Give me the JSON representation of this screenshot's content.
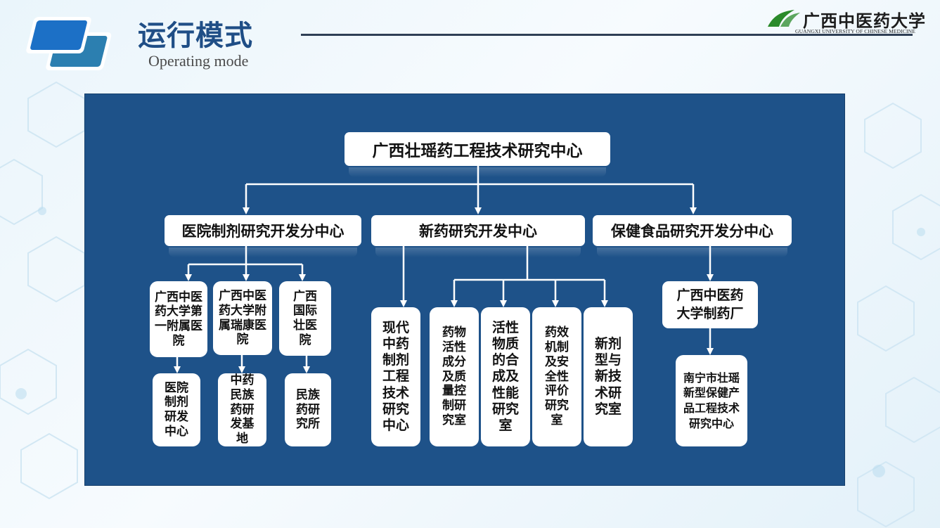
{
  "header": {
    "title": "运行模式",
    "subtitle": "Operating mode",
    "university_name": "广西中医药大学",
    "university_name_en": "GUANGXI UNIVERSITY OF CHINESE MEDICINE"
  },
  "colors": {
    "title": "#1f4e86",
    "panel": "#1e5289",
    "box": "#ffffff",
    "logo_blue": "#1f7cc7",
    "logo_green": "#2a8a2a"
  },
  "icons": [
    "layered-cards-logo-icon",
    "university-emblem-icon"
  ],
  "diagram": {
    "root": "广西壮瑶药工程技术研究中心",
    "branches": [
      {
        "label": "医院制剂研究开发分中心",
        "units": [
          {
            "name": "广西中医药大学第一附属医院",
            "child": "医院制剂研发中心"
          },
          {
            "name": "广西中医药大学附属瑞康医院",
            "child": "中药民族药研发基地"
          },
          {
            "name": "广西国际壮医院",
            "child": "民族药研究所"
          }
        ]
      },
      {
        "label": "新药研究开发中心",
        "direct": "现代中药制剂工程技术研究中心",
        "labs": [
          "药物活性成分及质量控制研究室",
          "活性物质的合成及性能研究室",
          "药效机制及安全性评价研究室",
          "新剂型与新技术研究室"
        ]
      },
      {
        "label": "保健食品研究开发分中心",
        "unit": "广西中医药大学制药厂",
        "child": "南宁市壮瑶新型保健产品工程技术研究中心"
      }
    ]
  }
}
